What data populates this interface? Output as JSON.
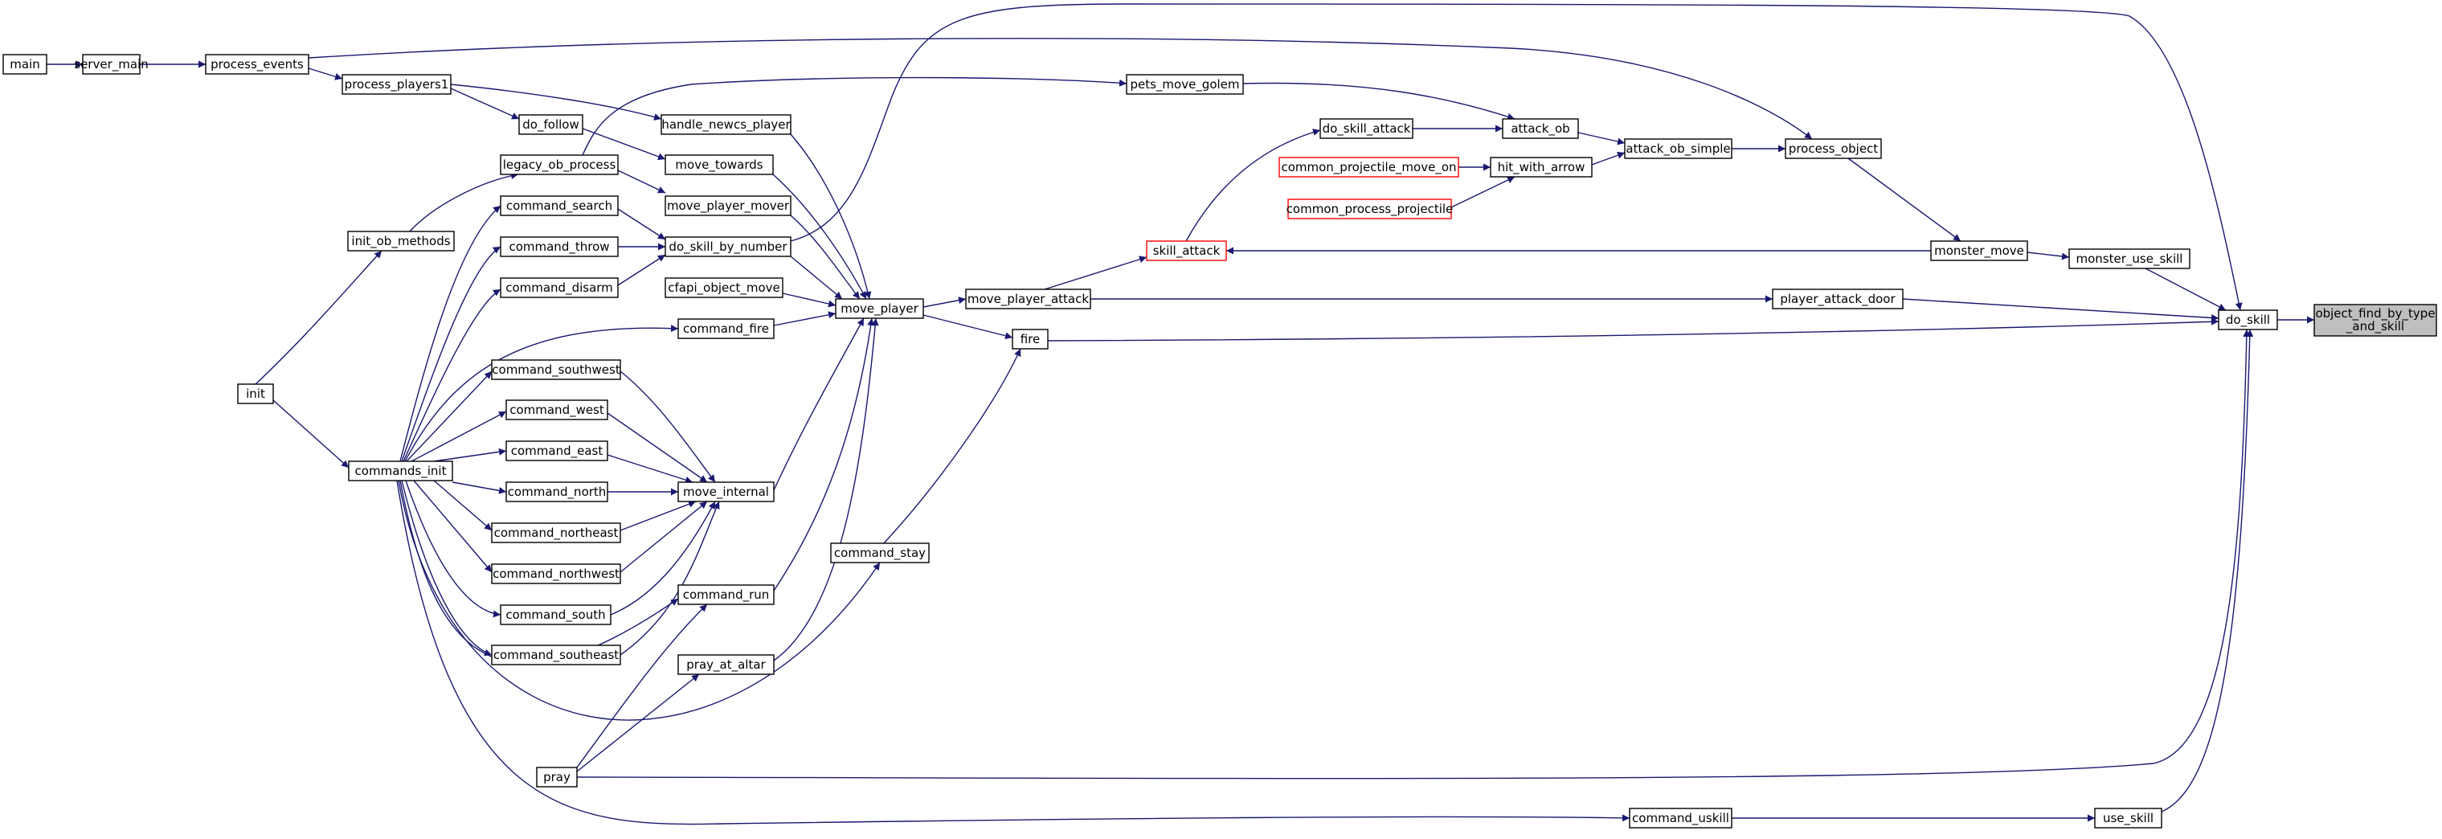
{
  "graph": {
    "focus": "object_find_by_type_and_skill",
    "colors": {
      "edge": "#191970",
      "highlight_border": "#ff0000",
      "focus_fill": "#bfbfbf"
    },
    "nodes": [
      {
        "id": "main",
        "label": "main"
      },
      {
        "id": "server_main",
        "label": "server_main"
      },
      {
        "id": "process_events",
        "label": "process_events"
      },
      {
        "id": "process_players1",
        "label": "process_players1"
      },
      {
        "id": "do_follow",
        "label": "do_follow"
      },
      {
        "id": "handle_newcs_player",
        "label": "handle_newcs_player"
      },
      {
        "id": "pets_move_golem",
        "label": "pets_move_golem"
      },
      {
        "id": "legacy_ob_process",
        "label": "legacy_ob_process"
      },
      {
        "id": "move_towards",
        "label": "move_towards"
      },
      {
        "id": "init_ob_methods",
        "label": "init_ob_methods"
      },
      {
        "id": "command_search",
        "label": "command_search"
      },
      {
        "id": "move_player_mover",
        "label": "move_player_mover"
      },
      {
        "id": "command_throw",
        "label": "command_throw"
      },
      {
        "id": "do_skill_by_number",
        "label": "do_skill_by_number"
      },
      {
        "id": "command_disarm",
        "label": "command_disarm"
      },
      {
        "id": "cfapi_object_move",
        "label": "cfapi_object_move"
      },
      {
        "id": "move_player",
        "label": "move_player"
      },
      {
        "id": "command_fire",
        "label": "command_fire"
      },
      {
        "id": "init",
        "label": "init"
      },
      {
        "id": "commands_init",
        "label": "commands_init"
      },
      {
        "id": "command_southwest",
        "label": "command_southwest"
      },
      {
        "id": "command_west",
        "label": "command_west"
      },
      {
        "id": "command_east",
        "label": "command_east"
      },
      {
        "id": "command_north",
        "label": "command_north"
      },
      {
        "id": "move_internal",
        "label": "move_internal"
      },
      {
        "id": "command_northeast",
        "label": "command_northeast"
      },
      {
        "id": "command_northwest",
        "label": "command_northwest"
      },
      {
        "id": "command_south",
        "label": "command_south"
      },
      {
        "id": "command_southeast",
        "label": "command_southeast"
      },
      {
        "id": "command_run",
        "label": "command_run"
      },
      {
        "id": "command_stay",
        "label": "command_stay"
      },
      {
        "id": "pray_at_altar",
        "label": "pray_at_altar"
      },
      {
        "id": "pray",
        "label": "pray"
      },
      {
        "id": "do_skill_attack",
        "label": "do_skill_attack"
      },
      {
        "id": "attack_ob",
        "label": "attack_ob"
      },
      {
        "id": "common_projectile_move_on",
        "label": "common_projectile_move_on"
      },
      {
        "id": "hit_with_arrow",
        "label": "hit_with_arrow"
      },
      {
        "id": "common_process_projectile",
        "label": "common_process_projectile"
      },
      {
        "id": "attack_ob_simple",
        "label": "attack_ob_simple"
      },
      {
        "id": "process_object",
        "label": "process_object"
      },
      {
        "id": "skill_attack",
        "label": "skill_attack"
      },
      {
        "id": "move_player_attack",
        "label": "move_player_attack"
      },
      {
        "id": "fire",
        "label": "fire"
      },
      {
        "id": "monster_move",
        "label": "monster_move"
      },
      {
        "id": "monster_use_skill",
        "label": "monster_use_skill"
      },
      {
        "id": "player_attack_door",
        "label": "player_attack_door"
      },
      {
        "id": "do_skill",
        "label": "do_skill"
      },
      {
        "id": "object_find_by_type_and_skill",
        "label": "object_find_by_type_and_skill",
        "label_lines": [
          "object_find_by_type",
          "_and_skill"
        ]
      },
      {
        "id": "command_uskill",
        "label": "command_uskill"
      },
      {
        "id": "use_skill",
        "label": "use_skill"
      }
    ]
  }
}
